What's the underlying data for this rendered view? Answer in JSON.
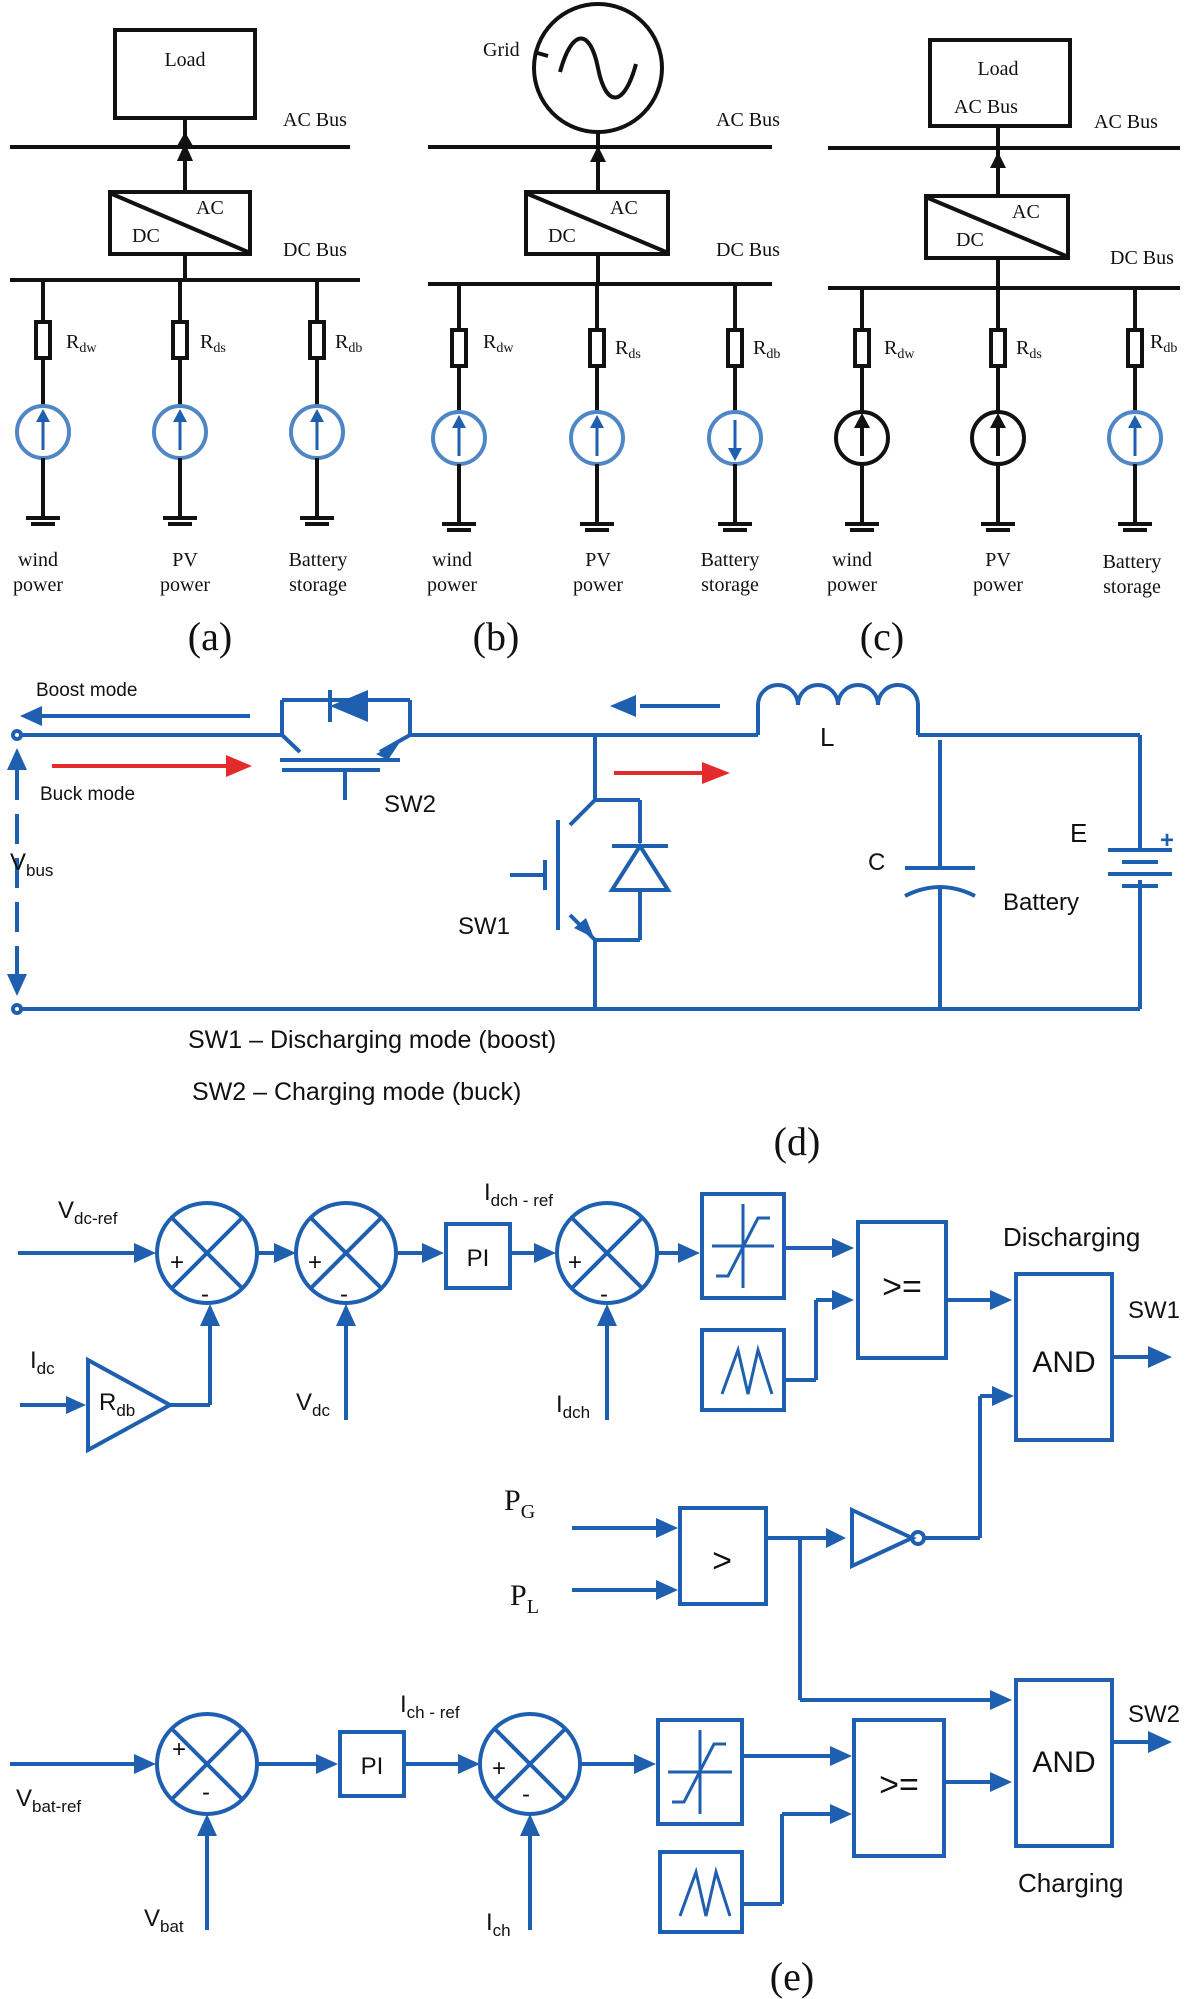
{
  "panels": {
    "a": {
      "label": "(a)",
      "top_label": "Load",
      "ac_bus": "AC Bus",
      "dc_bus": "DC Bus",
      "conv_ac": "AC",
      "conv_dc": "DC",
      "resistors": [
        "dw",
        "ds",
        "db"
      ],
      "sources": [
        {
          "line1": "wind",
          "line2": "power",
          "direction": "up"
        },
        {
          "line1": "PV",
          "line2": "power",
          "direction": "up"
        },
        {
          "line1": "Battery",
          "line2": "storage",
          "direction": "up"
        }
      ]
    },
    "b": {
      "label": "(b)",
      "top_label": "Grid",
      "ac_bus": "AC Bus",
      "dc_bus": "DC Bus",
      "conv_ac": "AC",
      "conv_dc": "DC",
      "resistors": [
        "dw",
        "ds",
        "db"
      ],
      "sources": [
        {
          "line1": "wind",
          "line2": "power",
          "direction": "up"
        },
        {
          "line1": "PV",
          "line2": "power",
          "direction": "up"
        },
        {
          "line1": "Battery",
          "line2": "storage",
          "direction": "down"
        }
      ]
    },
    "c": {
      "label": "(c)",
      "top_label": "Load",
      "top_label2": "AC Bus",
      "ac_bus": "AC Bus",
      "dc_bus": "DC Bus",
      "conv_ac": "AC",
      "conv_dc": "DC",
      "resistors": [
        "dw",
        "ds",
        "db"
      ],
      "sources": [
        {
          "line1": "wind",
          "line2": "power",
          "direction": "up"
        },
        {
          "line1": "PV",
          "line2": "power",
          "direction": "up"
        },
        {
          "line1": "Battery",
          "line2": "storage",
          "direction": "up"
        }
      ]
    }
  },
  "converter": {
    "label": "(d)",
    "boost_mode": "Boost mode",
    "buck_mode": "Buck mode",
    "vbus": "bus",
    "sw1": "SW1",
    "sw2": "SW2",
    "inductor": "L",
    "capacitor": "C",
    "battery_e": "E",
    "battery": "Battery",
    "note_sw1": "SW1 – Discharging mode (boost)",
    "note_sw2": "SW2 – Charging mode (buck)"
  },
  "control": {
    "label": "(e)",
    "vdc_ref": "dc-ref",
    "idc": "dc",
    "rdb": "db",
    "vdc": "dc",
    "idch_ref": "dch - ref",
    "idch": "dch",
    "pi": "PI",
    "ge": ">=",
    "gt": ">",
    "and": "AND",
    "discharging": "Discharging",
    "charging": "Charging",
    "sw1": "SW1",
    "sw2": "SW2",
    "pg": "G",
    "pl": "L",
    "vbat_ref": "bat-ref",
    "vbat": "bat",
    "ich_ref": "ch - ref",
    "ich": "ch",
    "plus": "+",
    "minus": "-"
  }
}
